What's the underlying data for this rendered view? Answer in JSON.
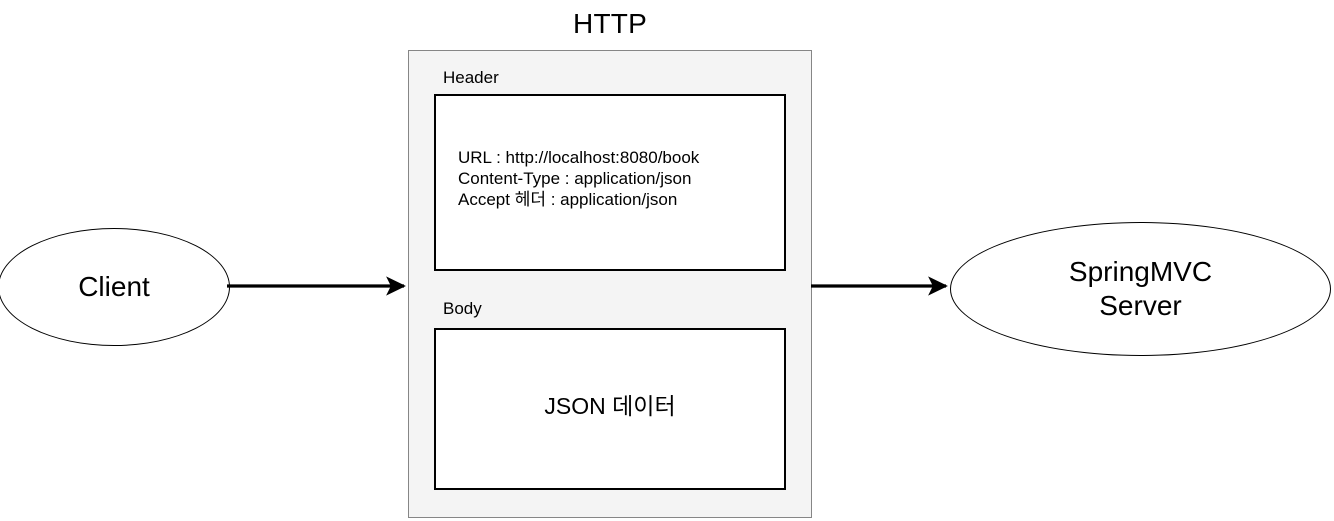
{
  "diagram": {
    "title": "HTTP",
    "nodes": {
      "client": {
        "label": "Client"
      },
      "server": {
        "label": "SpringMVC\nServer"
      }
    },
    "http_message": {
      "header": {
        "label": "Header",
        "lines": [
          "URL : http://localhost:8080/book",
          "Content-Type : application/json",
          "Accept 헤더 : application/json"
        ]
      },
      "body": {
        "label": "Body",
        "content": "JSON 데이터"
      }
    },
    "arrows": [
      {
        "name": "client-to-http",
        "direction": "right"
      },
      {
        "name": "http-to-server",
        "direction": "right"
      }
    ],
    "colors": {
      "background": "#ffffff",
      "container_fill": "#f4f4f4",
      "container_border": "#868686",
      "inner_border": "#000000",
      "stroke": "#000000",
      "text": "#000000"
    }
  }
}
